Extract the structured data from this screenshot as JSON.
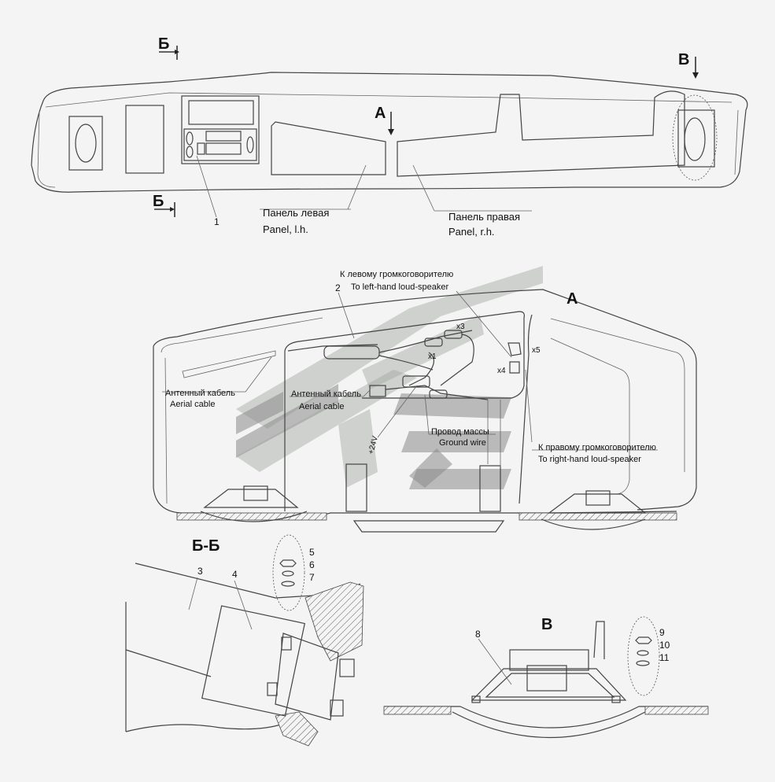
{
  "labels": {
    "section_b_top": "Б",
    "section_b_bottom": "Б",
    "view_a_arrow": "А",
    "view_v_arrow": "В",
    "view_a_title": "А",
    "section_bb_title": "Б-Б",
    "view_v_title": "В",
    "panel_left_ru": "Панель левая",
    "panel_left_en": "Panel, l.h.",
    "panel_right_ru": "Панель правая",
    "panel_right_en": "Panel, r.h.",
    "left_speaker_ru": "К левому громкоговорителю",
    "left_speaker_en": "To left-hand loud-speaker",
    "right_speaker_ru": "К правому громкоговорителю",
    "right_speaker_en": "To right-hand loud-speaker",
    "aerial1_ru": "Антенный кабель",
    "aerial1_en": "Aerial cable",
    "aerial2_ru": "Антенный кабель",
    "aerial2_en": "Aerial cable",
    "ground_ru": "Провод массы",
    "ground_en": "Ground wire",
    "plus24": "+24V",
    "x1": "x1",
    "x3": "x3",
    "x4": "x4",
    "x5": "x5"
  },
  "part_numbers": {
    "p1": "1",
    "p2": "2",
    "p3": "3",
    "p4": "4",
    "p5": "5",
    "p6": "6",
    "p7": "7",
    "p8": "8",
    "p9": "9",
    "p10": "10",
    "p11": "11"
  }
}
